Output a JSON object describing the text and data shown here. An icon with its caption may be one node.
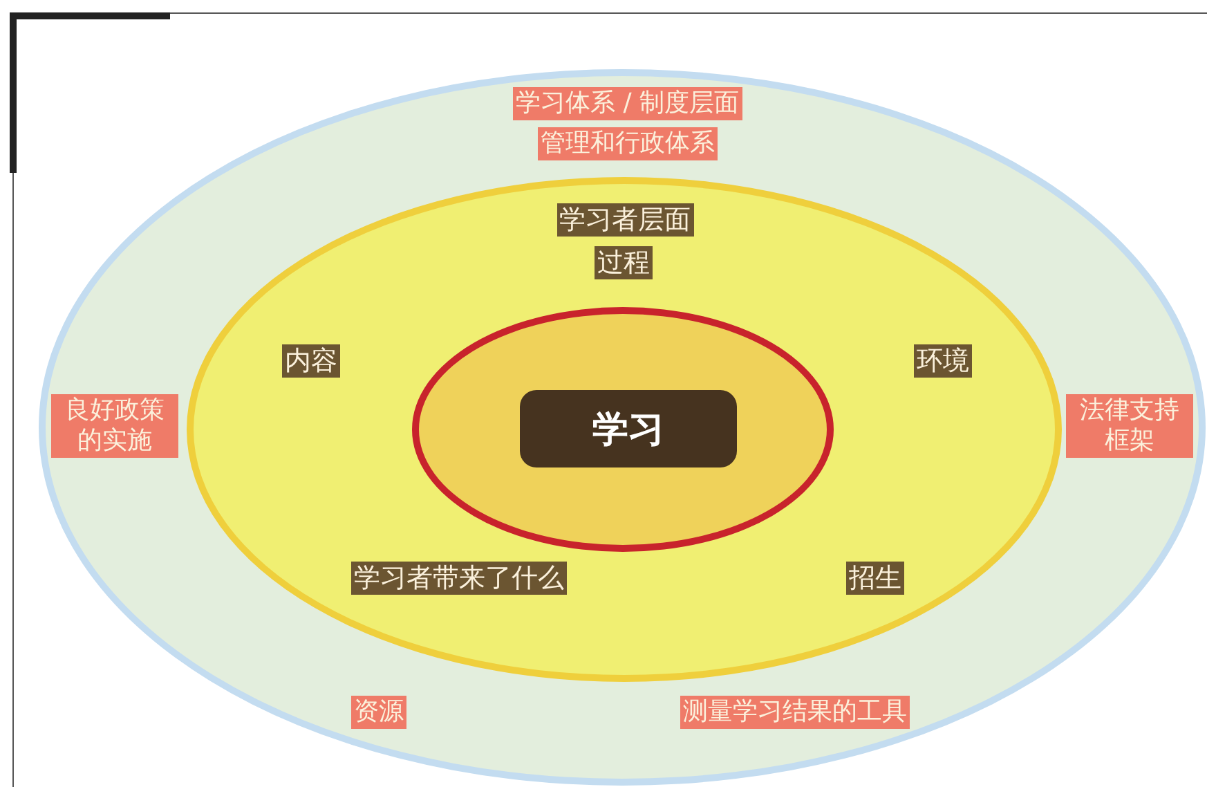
{
  "diagram": {
    "nodes": [
      {
        "text": [],
        "shape": "ellipse"
      },
      {
        "text": [
          "学习体系 / 制度层面"
        ],
        "in": 0
      },
      {
        "text": [
          "管理和行政体系"
        ],
        "in": 0
      },
      {
        "text": [],
        "shape": "ellipse",
        "in": 0
      },
      {
        "text": [
          "学习者层面"
        ],
        "in": 3
      },
      {
        "text": [
          "过程"
        ],
        "in": 3
      },
      {
        "text": [
          "内容"
        ],
        "in": 3
      },
      {
        "text": [
          "环境"
        ],
        "in": 3
      },
      {
        "text": [
          "良好政策的实施"
        ],
        "in": 0
      },
      {
        "text": [],
        "shape": "ellipse",
        "in": 3
      },
      {
        "text": [
          "学习"
        ],
        "in": 9
      },
      {
        "text": [
          "法律支持框架"
        ],
        "in": 0
      },
      {
        "text": [
          "学习者带来了什么"
        ],
        "in": 3
      },
      {
        "text": [
          "招生"
        ],
        "in": 3
      },
      {
        "text": [
          "资源"
        ],
        "in": 0
      },
      {
        "text": [
          "测量学习结果的工具"
        ],
        "in": 0
      }
    ],
    "edges": []
  }
}
